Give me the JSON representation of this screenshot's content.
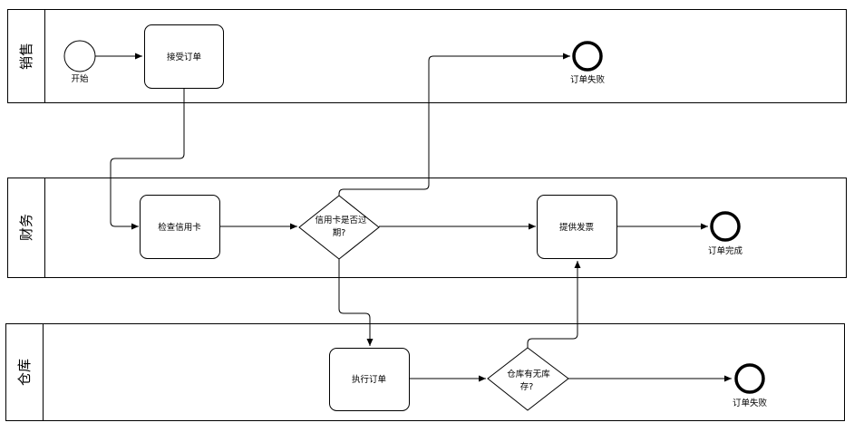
{
  "lanes": [
    {
      "id": "sales",
      "title": "销售"
    },
    {
      "id": "finance",
      "title": "财务"
    },
    {
      "id": "warehouse",
      "title": "仓库"
    }
  ],
  "nodes": {
    "start": {
      "label": "开始"
    },
    "accept_order": {
      "label": "接受订单"
    },
    "fail_sales": {
      "label": "订单失败"
    },
    "check_card": {
      "label": "检查信用卡"
    },
    "card_expired": {
      "line1": "信用卡是否过",
      "line2": "期?"
    },
    "invoice": {
      "label": "提供发票"
    },
    "order_done": {
      "label": "订单完成"
    },
    "execute_order": {
      "label": "执行订单"
    },
    "in_stock": {
      "line1": "仓库有无库",
      "line2": "存?"
    },
    "fail_warehouse": {
      "label": "订单失败"
    }
  },
  "colors": {
    "stroke": "#000000",
    "fill": "#ffffff"
  }
}
